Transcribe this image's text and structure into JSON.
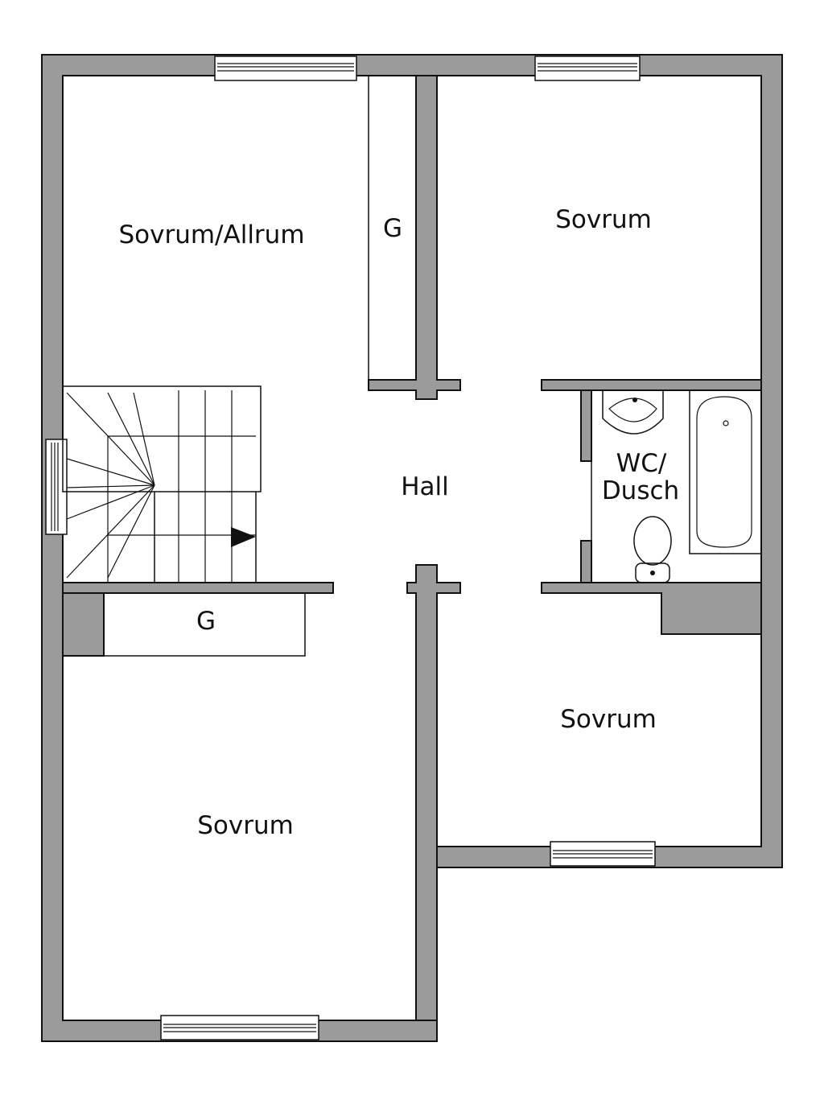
{
  "rooms": {
    "sovrum_allrum": "Sovrum/Allrum",
    "garderob_top": "G",
    "sovrum_top_right": "Sovrum",
    "hall": "Hall",
    "wc_line1": "WC/",
    "wc_line2": "Dusch",
    "garderob_mid": "G",
    "sovrum_bottom_right": "Sovrum",
    "sovrum_bottom_left": "Sovrum"
  },
  "colors": {
    "wall": "#9b9b9b",
    "line": "#111111",
    "background": "#ffffff"
  },
  "icons": [
    "window-icon",
    "stair-direction-arrow-icon",
    "sink-icon",
    "toilet-icon",
    "bathtub-icon"
  ]
}
